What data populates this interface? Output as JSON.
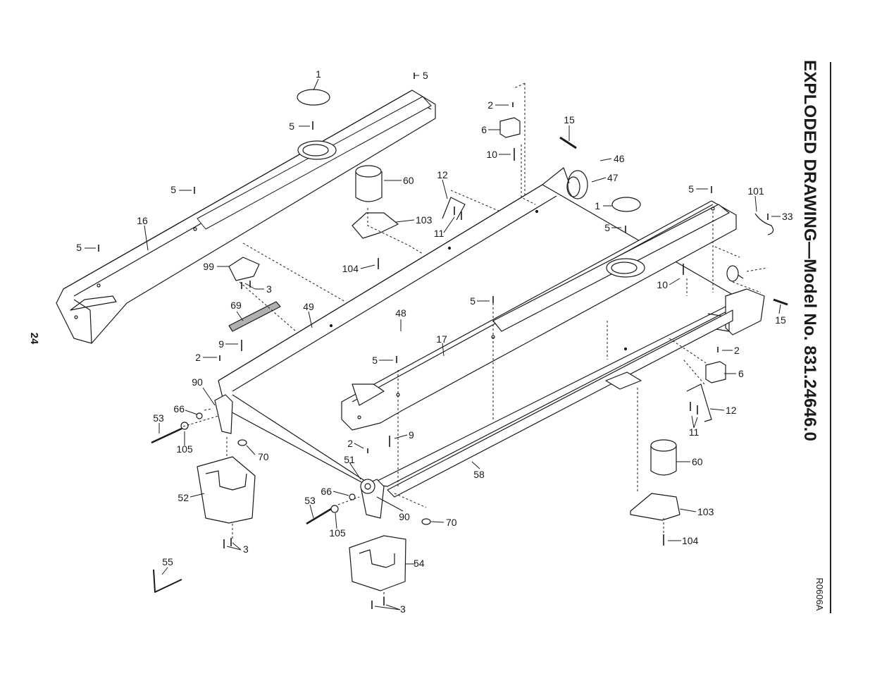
{
  "page": {
    "number": "24",
    "title": "EXPLODED DRAWING—Model No. 831.24646.0",
    "reference_code": "R0606A"
  },
  "callouts": {
    "c1a": "1",
    "c5a": "5",
    "c5b": "5",
    "c5c": "5",
    "c16": "16",
    "c5d": "5",
    "c99": "99",
    "c3a": "3",
    "c69": "69",
    "c49": "49",
    "c9a": "9",
    "c2a": "2",
    "c90a": "90",
    "c66a": "66",
    "c53a": "53",
    "c105a": "105",
    "c70a": "70",
    "c52": "52",
    "c3b": "3",
    "c55": "55",
    "c2b": "2",
    "c6a": "6",
    "c10a": "10",
    "c15a": "15",
    "c46": "46",
    "c47": "47",
    "c60a": "60",
    "c12a": "12",
    "c103a": "103",
    "c11a": "11",
    "c104a": "104",
    "c1b": "1",
    "c5e": "5",
    "c5f": "5",
    "c101": "101",
    "c33": "33",
    "c10b": "10",
    "c15b": "15",
    "c48": "48",
    "c5g": "5",
    "c17": "17",
    "c5h": "5",
    "c9b": "9",
    "c2c": "2",
    "c51": "51",
    "c58": "58",
    "c66b": "66",
    "c53b": "53",
    "c105b": "105",
    "c90b": "90",
    "c70b": "70",
    "c54": "54",
    "c3c": "3",
    "c2d": "2",
    "c6b": "6",
    "c12b": "12",
    "c11b": "11",
    "c60b": "60",
    "c103b": "103",
    "c104b": "104"
  }
}
